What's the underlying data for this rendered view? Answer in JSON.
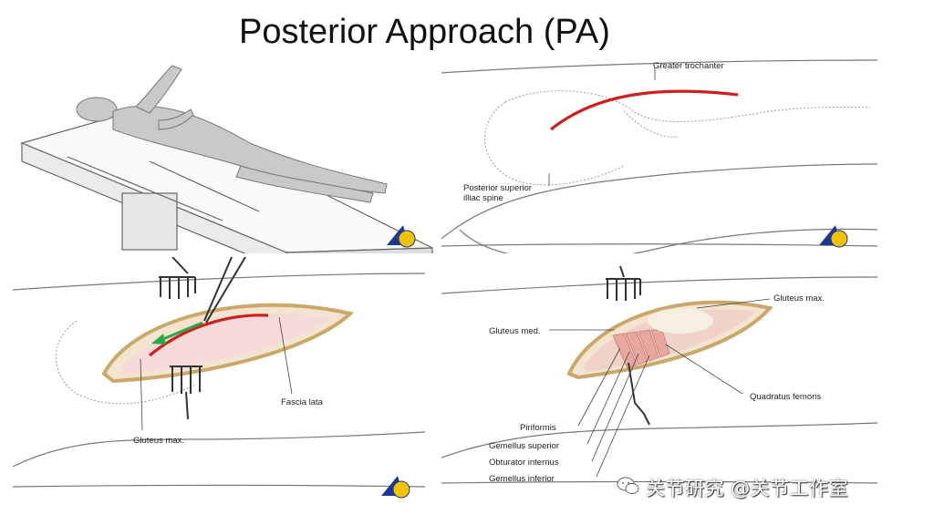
{
  "title": "Posterior Approach (PA)",
  "labels": {
    "greater_trochanter": "Greater trochanter",
    "posterior_superior_line1": "Posterior superior",
    "posterior_superior_line2": "illiac spine",
    "fascia_lata": "Fascia lata",
    "gluteus_max_left": "Gluteus max.",
    "gluteus_max_right": "Gluteus max.",
    "gluteus_med": "Gluteus med.",
    "quadratus_femoris": "Quadratus femoris",
    "piriformis": "Piriformis",
    "gemellus_superior": "Gemellus superior",
    "obturator_internus": "Obturator internus",
    "gemellus_inferior": "Gemellus inferior"
  },
  "watermark": "关节研究 @关节工作室",
  "colors": {
    "incision": "#cc1f1f",
    "arrow": "#2aa84a",
    "logo_yellow": "#f2c200",
    "logo_blue": "#1d3a8a"
  },
  "icons": [
    "publisher-logo-icon",
    "wechat-icon"
  ]
}
